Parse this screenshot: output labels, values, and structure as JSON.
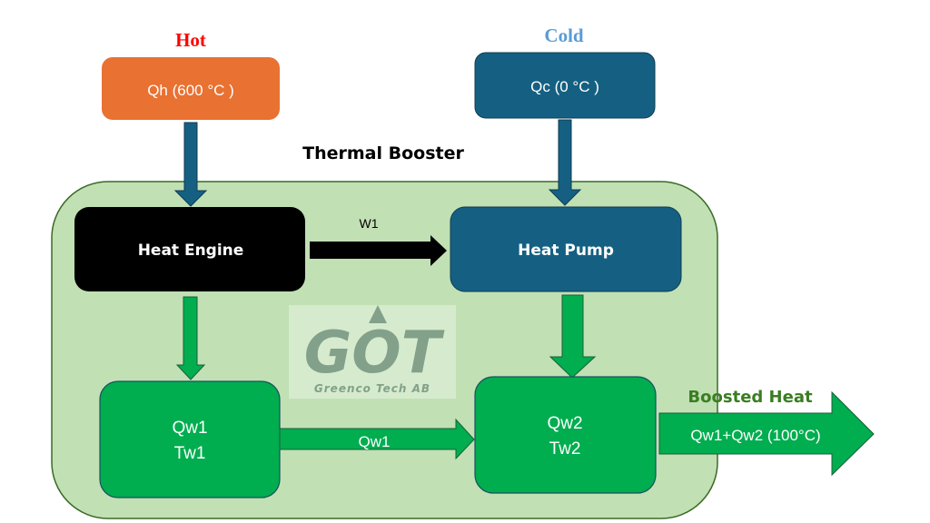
{
  "diagram": {
    "title": "Thermal Booster",
    "hot_label": "Hot",
    "cold_label": "Cold",
    "hot_source": "Qh (600 °C )",
    "cold_source": "Qc (0 °C )",
    "heat_engine": "Heat Engine",
    "heat_pump": "Heat Pump",
    "work_label": "W1",
    "store1": {
      "line1": "Qw1",
      "line2": "Tw1"
    },
    "store2": {
      "line1": "Qw2",
      "line2": "Tw2"
    },
    "transfer_label": "Qw1",
    "output_title": "Boosted Heat",
    "output_label": "Qw1+Qw2 (100°C)",
    "logo": {
      "mark": "GOT",
      "company": "Greenco Tech AB"
    }
  },
  "colors": {
    "hot_red": "#ff0000",
    "cold_blue": "#5b9bd5",
    "hot_box": "#e97132",
    "cold_box": "#156082",
    "engine_box": "#000000",
    "container_fill": "#c1e0b4",
    "container_stroke": "#3a6b25",
    "store_green": "#00ad4f",
    "boosted_title": "#3a7d22"
  }
}
